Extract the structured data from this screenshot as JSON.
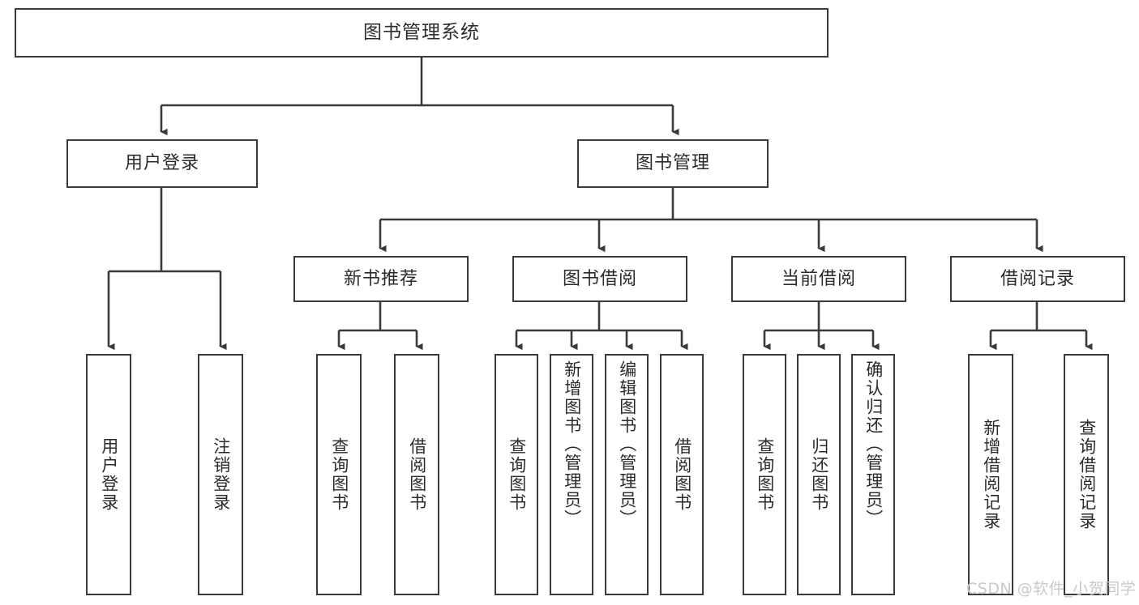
{
  "diagram": {
    "title": "图书管理系统",
    "type": "hierarchy-tree",
    "stroke_color": "#3a3a3a",
    "text_color": "#2b2b2b",
    "background_color": "#ffffff",
    "watermark": "CSDN @软件_小贺同学",
    "levels": {
      "root": "图书管理系统",
      "level1": [
        "用户登录",
        "图书管理"
      ],
      "level2": [
        "新书推荐",
        "图书借阅",
        "当前借阅",
        "借阅记录"
      ]
    },
    "nodes": {
      "root": "图书管理系统",
      "user_login": "用户登录",
      "book_manage": "图书管理",
      "new_book_rec": "新书推荐",
      "book_borrow": "图书借阅",
      "current_borrow": "当前借阅",
      "borrow_record": "借阅记录",
      "leaf_user_login": "用户登录",
      "leaf_logout": "注销登录",
      "leaf_query_book_1": "查询图书",
      "leaf_borrow_book_1": "借阅图书",
      "leaf_query_book_2": "查询图书",
      "leaf_add_book": "新增图书（管理员）",
      "leaf_edit_book": "编辑图书（管理员）",
      "leaf_borrow_book_2": "借阅图书",
      "leaf_query_book_3": "查询图书",
      "leaf_return_book": "归还图书",
      "leaf_confirm_return": "确认归还（管理员）",
      "leaf_add_record": "新增借阅记录",
      "leaf_query_record": "查询借阅记录"
    }
  }
}
